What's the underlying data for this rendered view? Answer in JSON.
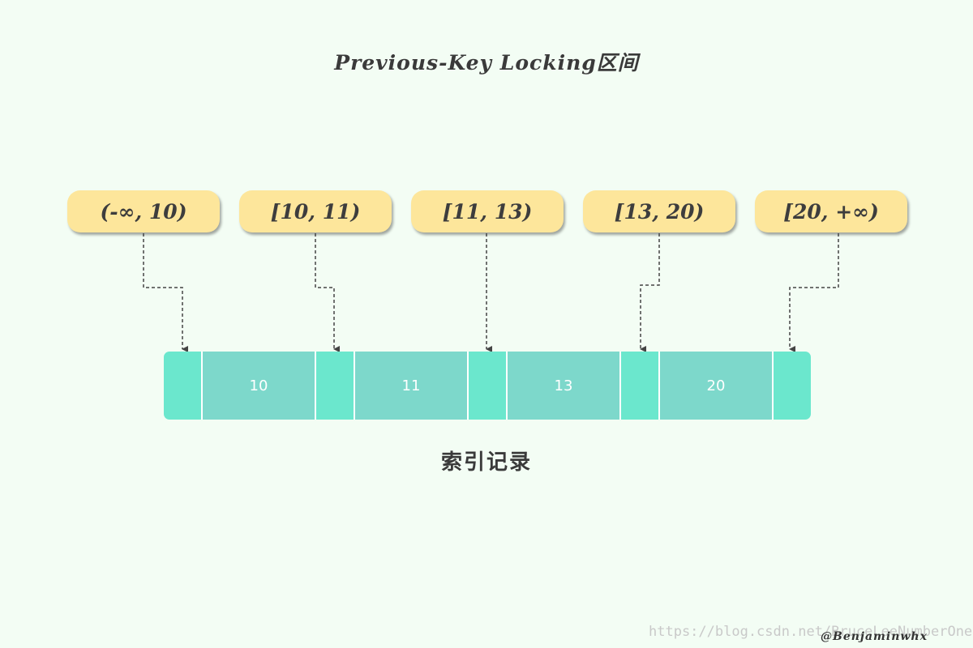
{
  "title": "Previous-Key Locking区间",
  "intervals": [
    "(-∞, 10)",
    "[10, 11)",
    "[11, 13)",
    "[13, 20)",
    "[20, +∞)"
  ],
  "records": [
    "10",
    "11",
    "13",
    "20"
  ],
  "caption": "索引记录",
  "watermark": "https://blog.csdn.net/BruceLeeNumberOne",
  "signature": "@Benjaminwhx",
  "colors": {
    "background": "#f3fdf4",
    "interval_box": "#fde69b",
    "gap_cell": "#6be7cd",
    "record_cell": "#7dd8cb",
    "connector": "#444444"
  }
}
